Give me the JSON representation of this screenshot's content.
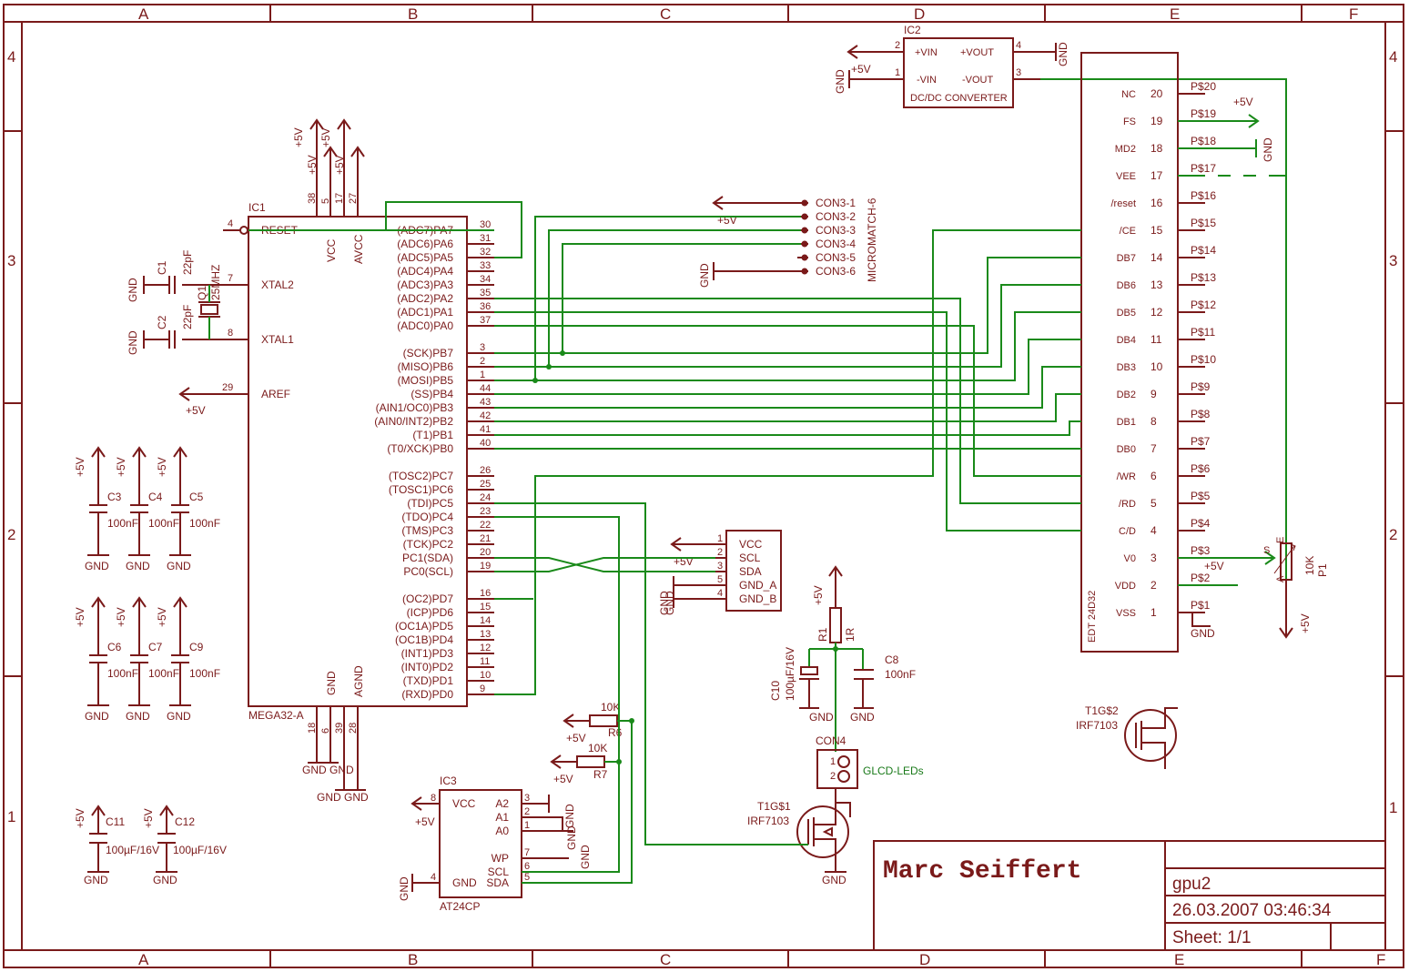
{
  "frame": {
    "cols_top": [
      "A",
      "B",
      "C",
      "D",
      "E",
      "F"
    ],
    "cols_bottom": [
      "A",
      "B",
      "C",
      "D",
      "E",
      "F"
    ],
    "rows_left": [
      "4",
      "3",
      "2",
      "1"
    ],
    "rows_right": [
      "4",
      "3",
      "2",
      "1"
    ]
  },
  "title_block": {
    "author": "Marc Seiffert",
    "project": "gpu2",
    "datetime": "26.03.2007  03:46:34",
    "sheet": "Sheet: 1/1"
  },
  "ic1": {
    "ref": "IC1",
    "part": "MEGA32-A",
    "left_pins": [
      {
        "num": "4",
        "name": "RESET"
      },
      {
        "num": "7",
        "name": "XTAL2"
      },
      {
        "num": "8",
        "name": "XTAL1"
      },
      {
        "num": "29",
        "name": "AREF"
      }
    ],
    "top_pins": [
      {
        "num": "38",
        "name": "VCC"
      },
      {
        "num": "5",
        "name": ""
      },
      {
        "num": "17",
        "name": ""
      },
      {
        "num": "27",
        "name": "AVCC"
      }
    ],
    "bottom_pins": [
      {
        "num": "18",
        "name": "GND"
      },
      {
        "num": "6",
        "name": ""
      },
      {
        "num": "39",
        "name": ""
      },
      {
        "num": "28",
        "name": "AGND"
      }
    ],
    "right_pins": [
      {
        "num": "30",
        "name": "(ADC7)PA7"
      },
      {
        "num": "31",
        "name": "(ADC6)PA6"
      },
      {
        "num": "32",
        "name": "(ADC5)PA5"
      },
      {
        "num": "33",
        "name": "(ADC4)PA4"
      },
      {
        "num": "34",
        "name": "(ADC3)PA3"
      },
      {
        "num": "35",
        "name": "(ADC2)PA2"
      },
      {
        "num": "36",
        "name": "(ADC1)PA1"
      },
      {
        "num": "37",
        "name": "(ADC0)PA0"
      },
      {
        "num": "",
        "name": ""
      },
      {
        "num": "3",
        "name": "(SCK)PB7"
      },
      {
        "num": "2",
        "name": "(MISO)PB6"
      },
      {
        "num": "1",
        "name": "(MOSI)PB5"
      },
      {
        "num": "44",
        "name": "(SS)PB4"
      },
      {
        "num": "43",
        "name": "(AIN1/OC0)PB3"
      },
      {
        "num": "42",
        "name": "(AIN0/INT2)PB2"
      },
      {
        "num": "41",
        "name": "(T1)PB1"
      },
      {
        "num": "40",
        "name": "(T0/XCK)PB0"
      },
      {
        "num": "",
        "name": ""
      },
      {
        "num": "26",
        "name": "(TOSC2)PC7"
      },
      {
        "num": "25",
        "name": "(TOSC1)PC6"
      },
      {
        "num": "24",
        "name": "(TDI)PC5"
      },
      {
        "num": "23",
        "name": "(TDO)PC4"
      },
      {
        "num": "22",
        "name": "(TMS)PC3"
      },
      {
        "num": "21",
        "name": "(TCK)PC2"
      },
      {
        "num": "20",
        "name": "PC1(SDA)"
      },
      {
        "num": "19",
        "name": "PC0(SCL)"
      },
      {
        "num": "",
        "name": ""
      },
      {
        "num": "16",
        "name": "(OC2)PD7"
      },
      {
        "num": "15",
        "name": "(ICP)PD6"
      },
      {
        "num": "14",
        "name": "(OC1A)PD5"
      },
      {
        "num": "13",
        "name": "(OC1B)PD4"
      },
      {
        "num": "12",
        "name": "(INT1)PD3"
      },
      {
        "num": "11",
        "name": "(INT0)PD2"
      },
      {
        "num": "10",
        "name": "(TXD)PD1"
      },
      {
        "num": "9",
        "name": "(RXD)PD0"
      }
    ]
  },
  "ic2": {
    "ref": "IC2",
    "part": "DC/DC CONVERTER",
    "pins": [
      {
        "num": "2",
        "name": "+VIN"
      },
      {
        "num": "1",
        "name": "-VIN"
      },
      {
        "num": "4",
        "name": "+VOUT"
      },
      {
        "num": "3",
        "name": "-VOUT"
      }
    ]
  },
  "ic3": {
    "ref": "IC3",
    "part": "AT24CP",
    "pins_left": [
      {
        "num": "8",
        "name": "VCC"
      },
      {
        "num": "4",
        "name": "GND"
      }
    ],
    "pins_right": [
      {
        "num": "3",
        "name": "A2"
      },
      {
        "num": "2",
        "name": "A1"
      },
      {
        "num": "1",
        "name": "A0"
      },
      {
        "num": "7",
        "name": "WP"
      },
      {
        "num": "6",
        "name": "SCL"
      },
      {
        "num": "5",
        "name": "SDA"
      }
    ]
  },
  "i2c_conn": {
    "pins": [
      {
        "num": "1",
        "name": "VCC"
      },
      {
        "num": "2",
        "name": "SCL"
      },
      {
        "num": "3",
        "name": "SDA"
      },
      {
        "num": "5",
        "name": "GND_A"
      },
      {
        "num": "4",
        "name": "GND_B"
      }
    ]
  },
  "lcd": {
    "part": "EDT 24D32",
    "pins": [
      {
        "num": "20",
        "name": "NC",
        "net": "P$20"
      },
      {
        "num": "19",
        "name": "FS",
        "net": "P$19"
      },
      {
        "num": "18",
        "name": "MD2",
        "net": "P$18"
      },
      {
        "num": "17",
        "name": "VEE",
        "net": "P$17"
      },
      {
        "num": "16",
        "name": "/reset",
        "net": "P$16"
      },
      {
        "num": "15",
        "name": "/CE",
        "net": "P$15"
      },
      {
        "num": "14",
        "name": "DB7",
        "net": "P$14"
      },
      {
        "num": "13",
        "name": "DB6",
        "net": "P$13"
      },
      {
        "num": "12",
        "name": "DB5",
        "net": "P$12"
      },
      {
        "num": "11",
        "name": "DB4",
        "net": "P$11"
      },
      {
        "num": "10",
        "name": "DB3",
        "net": "P$10"
      },
      {
        "num": "9",
        "name": "DB2",
        "net": "P$9"
      },
      {
        "num": "8",
        "name": "DB1",
        "net": "P$8"
      },
      {
        "num": "7",
        "name": "DB0",
        "net": "P$7"
      },
      {
        "num": "6",
        "name": "/WR",
        "net": "P$6"
      },
      {
        "num": "5",
        "name": "/RD",
        "net": "P$5"
      },
      {
        "num": "4",
        "name": "C/D",
        "net": "P$4"
      },
      {
        "num": "3",
        "name": "V0",
        "net": "P$3"
      },
      {
        "num": "2",
        "name": "VDD",
        "net": "P$2"
      },
      {
        "num": "1",
        "name": "VSS",
        "net": "P$1"
      }
    ]
  },
  "con3": {
    "name": "MICROMATCH-6",
    "pins": [
      "CON3-1",
      "CON3-2",
      "CON3-3",
      "CON3-4",
      "CON3-5",
      "CON3-6"
    ]
  },
  "con4": {
    "ref": "CON4",
    "label": "GLCD-LEDs",
    "pins": [
      "1",
      "2"
    ]
  },
  "pot": {
    "ref": "P1",
    "value": "10K",
    "pins": [
      "S",
      "E",
      "A"
    ]
  },
  "crystal": {
    "ref": "Q1",
    "value": "25MHZ"
  },
  "caps": {
    "c1": {
      "ref": "C1",
      "value": "22pF"
    },
    "c2": {
      "ref": "C2",
      "value": "22pF"
    },
    "c3": {
      "ref": "C3",
      "value": "100nF"
    },
    "c4": {
      "ref": "C4",
      "value": "100nF"
    },
    "c5": {
      "ref": "C5",
      "value": "100nF"
    },
    "c6": {
      "ref": "C6",
      "value": "100nF"
    },
    "c7": {
      "ref": "C7",
      "value": "100nF"
    },
    "c9": {
      "ref": "C9",
      "value": "100nF"
    },
    "c8": {
      "ref": "C8",
      "value": "100nF"
    },
    "c10": {
      "ref": "C10",
      "value": "100µF/16V"
    },
    "c11": {
      "ref": "C11",
      "value": "100µF/16V"
    },
    "c12": {
      "ref": "C12",
      "value": "100µF/16V"
    }
  },
  "resistors": {
    "r1": {
      "ref": "R1",
      "value": "1R"
    },
    "r6": {
      "ref": "R6",
      "value": "10K"
    },
    "r7": {
      "ref": "R7",
      "value": "10K"
    }
  },
  "transistors": {
    "t1": {
      "ref": "T1G$1",
      "part": "IRF7103"
    },
    "t2": {
      "ref": "T1G$2",
      "part": "IRF7103"
    }
  },
  "power": {
    "vcc": "+5V",
    "gnd": "GND"
  }
}
